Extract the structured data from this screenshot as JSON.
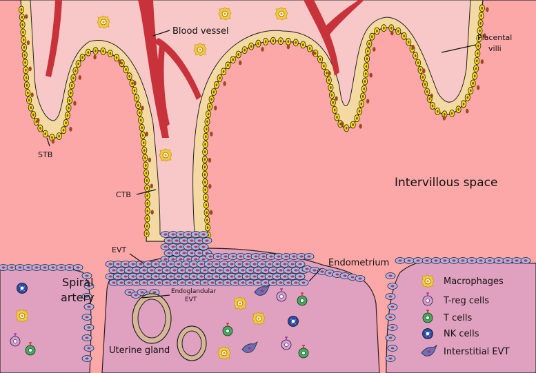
{
  "labels": {
    "blood_vessel": "Blood vessel",
    "placental_villi_1": "Placental",
    "placental_villi_2": "villi",
    "stb": "STB",
    "ctb": "CTB",
    "evt": "EVT",
    "intervillous_space": "Intervillous space",
    "endometrium": "Endometrium",
    "spiral_artery_1": "Spiral",
    "spiral_artery_2": "artery",
    "endoglandular_evt_1": "Endoglandular",
    "endoglandular_evt_2": "EVT",
    "uterine_gland": "Uterine gland"
  },
  "legend": [
    {
      "label": "Macrophages",
      "icon": "macrophage-icon",
      "color": "#f5c842"
    },
    {
      "label": "T-reg cells",
      "icon": "treg-cell-icon",
      "color": "#d99ad9"
    },
    {
      "label": "T cells",
      "icon": "t-cell-icon",
      "color": "#3fae5a"
    },
    {
      "label": "NK cells",
      "icon": "nk-cell-icon",
      "color": "#2b4aa8"
    },
    {
      "label": "Interstitial EVT",
      "icon": "interstitial-evt-icon",
      "color": "#6a6fc2"
    }
  ],
  "colors": {
    "intervillous": "#fca7a8",
    "villous_core": "#f8c8c8",
    "stroma": "#f5d9a3",
    "cell_yellow": "#f6e200",
    "blood_vessel": "#c8323a",
    "endometrium": "#e0a0bf",
    "evt_cell": "#a8b4ee"
  }
}
